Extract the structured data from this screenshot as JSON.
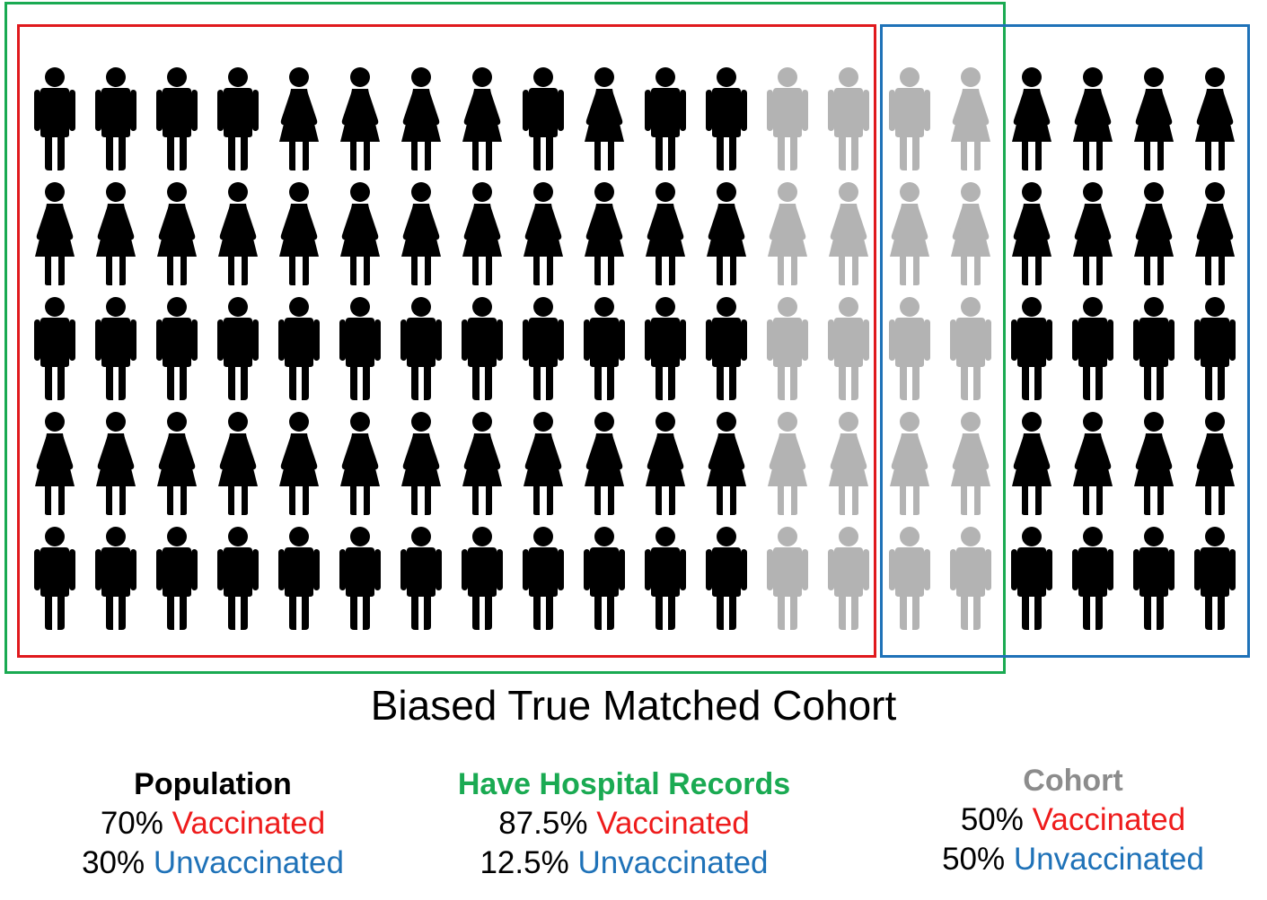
{
  "colors": {
    "population_box": "#e0191d",
    "hospital_box": "#1aaa52",
    "cohort_box": "#1f72b8",
    "person_dark": "#000000",
    "person_light": "#b3b3b3",
    "vaccinated": "#ee1c1c",
    "unvaccinated": "#1f72b8",
    "cohort_heading": "#8c8c8c"
  },
  "icons": {
    "male": "male-person-icon",
    "female": "female-person-icon"
  },
  "people_grid": {
    "rows": [
      [
        "male",
        "male",
        "male",
        "male",
        "female",
        "female",
        "female",
        "female",
        "male",
        "female",
        "male",
        "male",
        "male",
        "male",
        "male",
        "female",
        "female",
        "female",
        "female",
        "female"
      ],
      [
        "female",
        "female",
        "female",
        "female",
        "female",
        "female",
        "female",
        "female",
        "female",
        "female",
        "female",
        "female",
        "female",
        "female",
        "female",
        "female",
        "female",
        "female",
        "female",
        "female"
      ],
      [
        "male",
        "male",
        "male",
        "male",
        "male",
        "male",
        "male",
        "male",
        "male",
        "male",
        "male",
        "male",
        "male",
        "male",
        "male",
        "male",
        "male",
        "male",
        "male",
        "male"
      ],
      [
        "female",
        "female",
        "female",
        "female",
        "female",
        "female",
        "female",
        "female",
        "female",
        "female",
        "female",
        "female",
        "female",
        "female",
        "female",
        "female",
        "female",
        "female",
        "female",
        "female"
      ],
      [
        "male",
        "male",
        "male",
        "male",
        "male",
        "male",
        "male",
        "male",
        "male",
        "male",
        "male",
        "male",
        "male",
        "male",
        "male",
        "male",
        "male",
        "male",
        "male",
        "male"
      ]
    ],
    "column_shade": [
      "dark",
      "dark",
      "dark",
      "dark",
      "dark",
      "dark",
      "dark",
      "dark",
      "dark",
      "dark",
      "dark",
      "dark",
      "light",
      "light",
      "light",
      "light",
      "dark",
      "dark",
      "dark",
      "dark"
    ]
  },
  "title": "Biased True Matched Cohort",
  "stats": {
    "population": {
      "heading": "Population",
      "vacc_pct": "70%",
      "vacc_label": "Vaccinated",
      "unvacc_pct": "30%",
      "unvacc_label": "Unvaccinated"
    },
    "hospital": {
      "heading": "Have Hospital Records",
      "vacc_pct": "87.5%",
      "vacc_label": "Vaccinated",
      "unvacc_pct": "12.5%",
      "unvacc_label": "Unvaccinated"
    },
    "cohort": {
      "heading": "Cohort",
      "vacc_pct": "50%",
      "vacc_label": "Vaccinated",
      "unvacc_pct": "50%",
      "unvacc_label": "Unvaccinated"
    }
  }
}
